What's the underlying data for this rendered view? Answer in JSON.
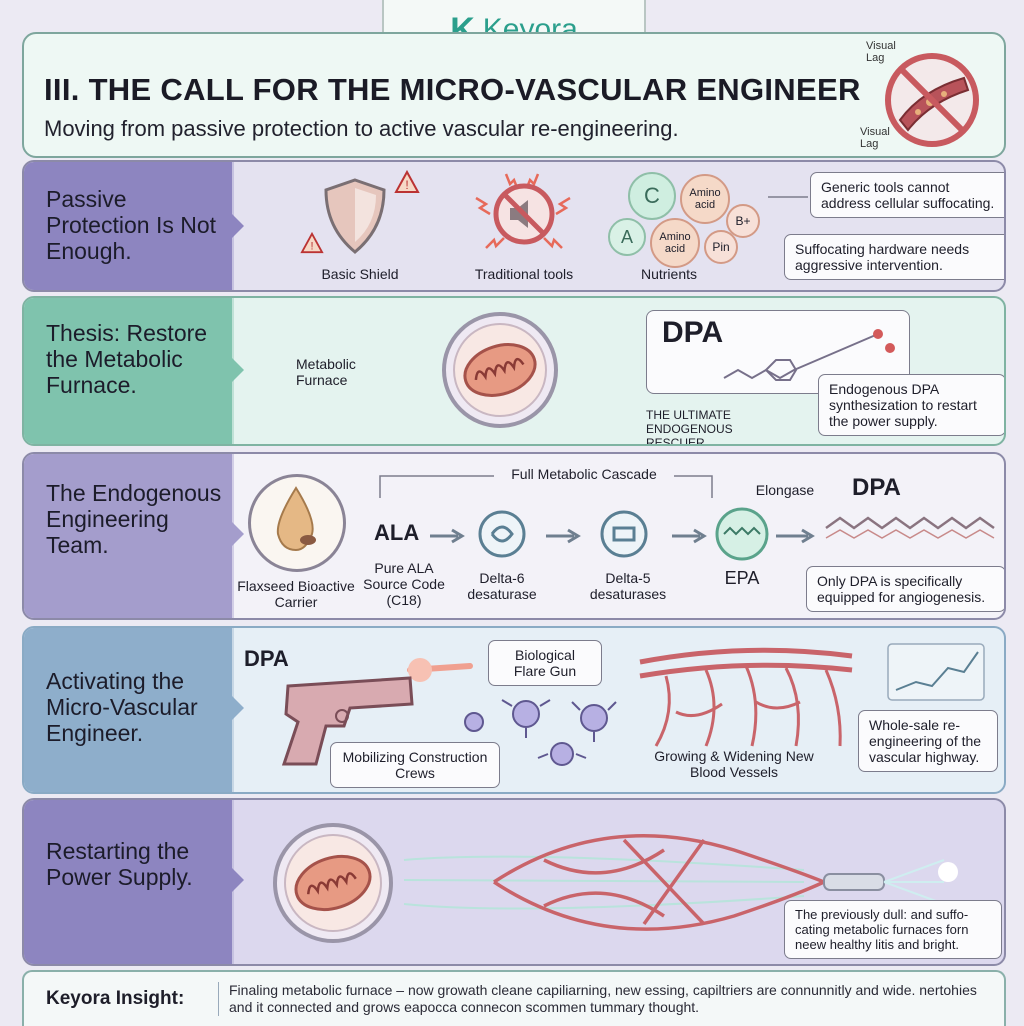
{
  "brand": {
    "mark": "K",
    "name": "Keyora"
  },
  "header": {
    "title": "III. THE CALL FOR THE MICRO-VASCULAR ENGINEER",
    "subtitle": "Moving from passive protection to active vascular re-engineering.",
    "lag_label_top": "Visual Lag",
    "lag_label_bottom": "Visual Lag"
  },
  "panel1": {
    "label": "Passive Protection Is Not Enough.",
    "shield_caption": "Basic Shield",
    "tools_caption": "Traditional tools",
    "nutrients_caption": "Nutrients",
    "nutrient_c": "C",
    "nutrient_a": "A",
    "amino_1": "Amino acid",
    "amino_2": "Amino acid",
    "b_plus": "B+",
    "pin": "Pin",
    "callout_1": "Generic tools cannot address cellular suffocating.",
    "callout_2": "Suffocating hardware needs aggressive intervention."
  },
  "panel2": {
    "label": "Thesis: Restore the Metabolic Furnace.",
    "furnace_caption": "Metabolic Furnace",
    "dpa": "DPA",
    "rescuer": "THE ULTIMATE ENDOGENOUS RESCUER.",
    "callout": "Endogenous DPA synthesization to restart the power supply."
  },
  "panel3": {
    "label": "The Endogenous Engineering Team.",
    "cascade": "Full Metabolic Cascade",
    "elongase": "Elongase",
    "flax_caption": "Flaxseed Bioactive Carrier",
    "ala": "ALA",
    "ala_caption": "Pure ALA Source Code (C18)",
    "delta6": "Delta-6 desaturase",
    "delta5": "Delta-5 desaturases",
    "epa": "EPA",
    "dpa": "DPA",
    "callout": "Only DPA is specifically equipped for angiogenesis."
  },
  "panel4": {
    "label": "Activating the Micro-Vascular Engineer.",
    "dpa": "DPA",
    "flare": "Biological Flare Gun",
    "crews": "Mobilizing Construction Crews",
    "vessels": "Growing & Widening New Blood Vessels",
    "callout": "Whole-sale re-engineering of the vascular highway."
  },
  "panel5": {
    "label": "Restarting the Power Supply.",
    "callout": "The previously dull: and suffo-cating metabolic furnaces forn neew healthy litis and bright."
  },
  "insight": {
    "label": "Keyora Insight:",
    "text": "Finaling metabolic furnace – now growath cleane capiliarning, new essing, capiltriers are connunnitly and wide. nertohies and it connected and grows eapocca connecon scommen tummary thought."
  },
  "colors": {
    "teal": "#2b9f8c",
    "purple_label": "#8d85c0",
    "green_label": "#7fc3ad",
    "blue_label": "#8eaecb",
    "vessel_red": "#c9646a"
  }
}
